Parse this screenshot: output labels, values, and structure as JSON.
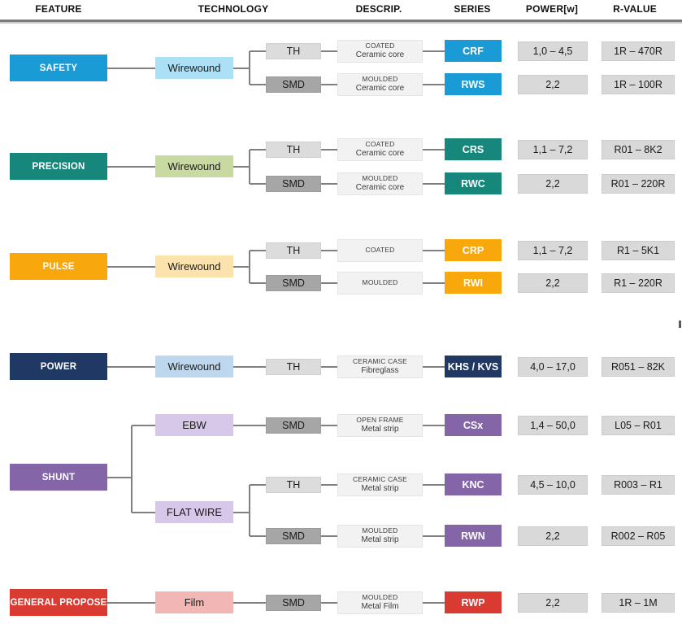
{
  "columns": [
    "FEATURE",
    "TECHNOLOGY",
    "DESCRIP.",
    "SERIES",
    "POWER[w]",
    "R-VALUE"
  ],
  "colors": {
    "line": "#808080",
    "th_box": "#DCDCDC",
    "smd_box": "#A6A6A6",
    "desc_box": "#F2F2F2",
    "value_box": "#D9D9D9",
    "safety_accent": "#1B9BD5",
    "precision_accent": "#17877B",
    "pulse_accent": "#F8A80D",
    "power_accent": "#1F3864",
    "shunt_accent": "#8465A8",
    "general_accent": "#D93B32"
  },
  "groups": [
    {
      "feature": "SAFETY",
      "accent": "#1B9BD5",
      "tech": [
        {
          "label": "Wirewound",
          "color": "#ABE0F7"
        }
      ],
      "rows": [
        {
          "mount": "TH",
          "desc1": "COATED",
          "desc2": "Ceramic core",
          "series": "CRF",
          "power": "1,0 – 4,5",
          "rvalue": "1R – 470R"
        },
        {
          "mount": "SMD",
          "desc1": "MOULDED",
          "desc2": "Ceramic core",
          "series": "RWS",
          "power": "2,2",
          "rvalue": "1R – 100R"
        }
      ]
    },
    {
      "feature": "PRECISION",
      "accent": "#17877B",
      "tech": [
        {
          "label": "Wirewound",
          "color": "#C8D9A1"
        }
      ],
      "rows": [
        {
          "mount": "TH",
          "desc1": "COATED",
          "desc2": "Ceramic core",
          "series": "CRS",
          "power": "1,1 – 7,2",
          "rvalue": "R01 – 8K2"
        },
        {
          "mount": "SMD",
          "desc1": "MOULDED",
          "desc2": "Ceramic core",
          "series": "RWC",
          "power": "2,2",
          "rvalue": "R01 – 220R"
        }
      ]
    },
    {
      "feature": "PULSE",
      "accent": "#F8A80D",
      "tech": [
        {
          "label": "Wirewound",
          "color": "#FCE3AE"
        }
      ],
      "rows": [
        {
          "mount": "TH",
          "desc1": "COATED",
          "desc2": "",
          "series": "CRP",
          "power": "1,1 – 7,2",
          "rvalue": "R1 – 5K1"
        },
        {
          "mount": "SMD",
          "desc1": "MOULDED",
          "desc2": "",
          "series": "RWI",
          "power": "2,2",
          "rvalue": "R1 – 220R"
        }
      ]
    },
    {
      "feature": "POWER",
      "accent": "#1F3864",
      "tech": [
        {
          "label": "Wirewound",
          "color": "#BDD7EE"
        }
      ],
      "rows": [
        {
          "mount": "TH",
          "desc1": "CERAMIC CASE",
          "desc2": "Fibreglass",
          "series": "KHS / KVS",
          "power": "4,0 – 17,0",
          "rvalue": "R051 – 82K"
        }
      ]
    },
    {
      "feature": "SHUNT",
      "accent": "#8465A8",
      "tech": [
        {
          "label": "EBW",
          "color": "#D7C8E9"
        },
        {
          "label": "FLAT WIRE",
          "color": "#D7C8E9"
        }
      ],
      "rows": [
        {
          "mount": "SMD",
          "desc1": "OPEN FRAME",
          "desc2": "Metal strip",
          "series": "CSx",
          "power": "1,4 – 50,0",
          "rvalue": "L05 – R01"
        },
        {
          "mount": "TH",
          "desc1": "CERAMIC CASE",
          "desc2": "Metal strip",
          "series": "KNC",
          "power": "4,5 – 10,0",
          "rvalue": "R003 – R1"
        },
        {
          "mount": "SMD",
          "desc1": "MOULDED",
          "desc2": "Metal strip",
          "series": "RWN",
          "power": "2,2",
          "rvalue": "R002 – R05"
        }
      ]
    },
    {
      "feature": "GENERAL PROPOSE",
      "accent": "#D93B32",
      "tech": [
        {
          "label": "Film",
          "color": "#F2B6B4"
        }
      ],
      "rows": [
        {
          "mount": "SMD",
          "desc1": "MOULDED",
          "desc2": "Metal Film",
          "series": "RWP",
          "power": "2,2",
          "rvalue": "1R – 1M"
        }
      ]
    }
  ]
}
